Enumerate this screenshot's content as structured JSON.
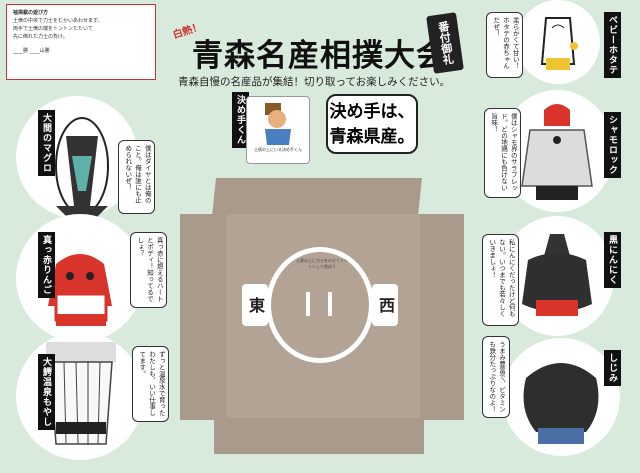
{
  "note": {
    "heading": "袖掲載の遊び方",
    "lines": [
      "土俵の中央で力士をむかいあわせます。",
      "両手で土俵の端をトントンたたいて",
      "先に倒れた力士の負け。",
      "山の名前"
    ],
    "blank": "____勝 ____山勝"
  },
  "hot_label": "白熱！",
  "title": "青森名産相撲大会",
  "seal": "番付御礼",
  "subtitle": "青森自慢の名産品が集結！切り取ってお楽しみください。",
  "center_label": "決め手くん",
  "center_caption": "土俵の上にいる決め手くん",
  "kimete": {
    "line1": "決め手は、",
    "line2": "青森県産。"
  },
  "dohyo_note": "土俵の上に力士をのせてトントンして遊ぼう",
  "east": "東",
  "west": "西",
  "rikishi": [
    {
      "name": "大間のマグロ",
      "speech": "僕はダイヤとは俺のこと。俺は誰にも止められないぜ！"
    },
    {
      "name": "真っ赤りんご",
      "speech": "真っ赤に燃えるハートとボディ！知ってるでしょ？"
    },
    {
      "name": "大鰐温泉もやし",
      "speech": "ずっと温泉水で育ったわたしも、いい仕事してます。"
    },
    {
      "name": "ベビーホタテ",
      "speech": "柔らかくて甘い！ホタテの赤ちゃんだぜ！"
    },
    {
      "name": "シャモロック",
      "speech": "僕はシャモ界のサラブレッド。どの地鶏にも負けない旨味！"
    },
    {
      "name": "黒にんにく",
      "speech": "私にんにくだったけど何もない。いつまでも若々しくいきましょ！"
    },
    {
      "name": "しじみ",
      "speech": "うまみ豊富で、ビタミンも鉄分たっぷりなのよ！"
    }
  ]
}
